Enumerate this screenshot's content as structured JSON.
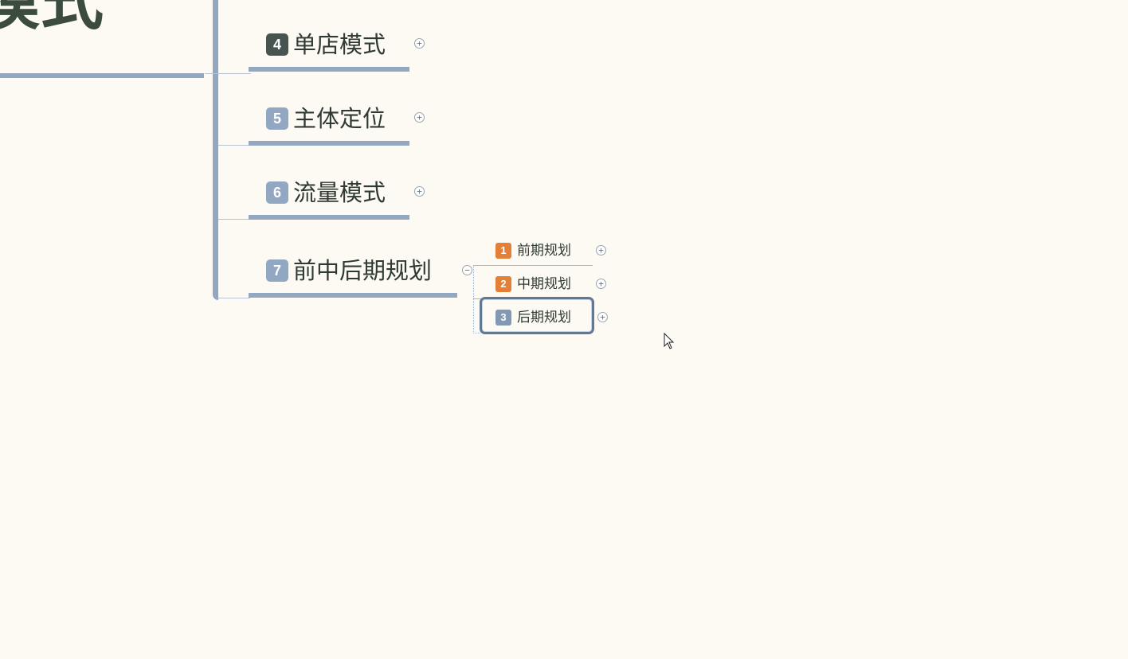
{
  "root": {
    "title": "模式"
  },
  "topics": [
    {
      "number": "4",
      "label": "单店模式",
      "toggle": "+"
    },
    {
      "number": "5",
      "label": "主体定位",
      "toggle": "+"
    },
    {
      "number": "6",
      "label": "流量模式",
      "toggle": "+"
    },
    {
      "number": "7",
      "label": "前中后期规划",
      "toggle": "−"
    }
  ],
  "subtopics": [
    {
      "number": "1",
      "label": "前期规划",
      "toggle": "+"
    },
    {
      "number": "2",
      "label": "中期规划",
      "toggle": "+"
    },
    {
      "number": "3",
      "label": "后期规划",
      "toggle": "+",
      "selected": true
    }
  ],
  "colors": {
    "background": "#fdfaf3",
    "branch": "#93a8c0",
    "badge_blue": "#91a7c2",
    "badge_dark": "#48544f",
    "badge_orange": "#e37f37"
  },
  "icons": {
    "expand": "plus-circle-icon",
    "collapse": "minus-circle-icon",
    "cursor": "mouse-pointer-icon"
  }
}
